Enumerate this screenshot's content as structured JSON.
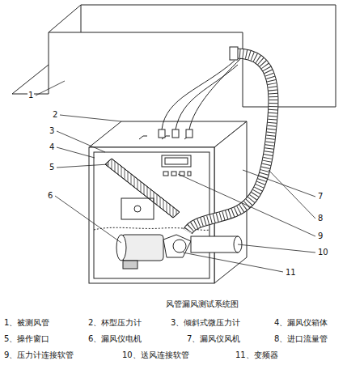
{
  "diagram": {
    "caption": "风管漏风测试系统图",
    "labels": [
      "1",
      "2",
      "3",
      "4",
      "5",
      "6",
      "7",
      "8",
      "9",
      "10",
      "11",
      "1、被测风管",
      "2、杯型压力计",
      "3、倾斜式微压力计",
      "4、漏风仪箱体",
      "5、操作窗口",
      "6、漏风仪电机",
      "7、漏风仪风机",
      "8、进口流量管",
      "9、压力计连接软管",
      "10、送风连接软管",
      "11、变频器"
    ]
  }
}
